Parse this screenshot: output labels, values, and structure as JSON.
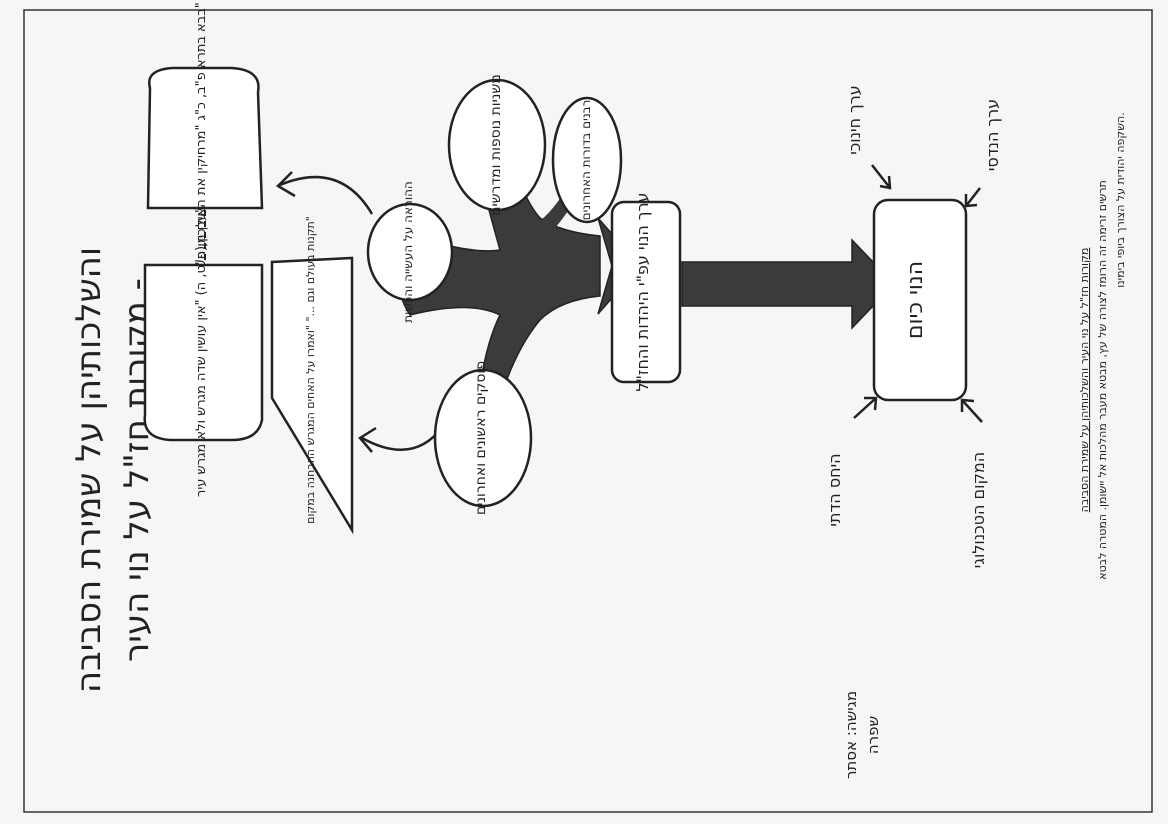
{
  "title": {
    "line1": "מקורות חז\"ל על נוי העיר -",
    "line2": "והשלכותיהן על שמירת הסביבה"
  },
  "trunk_box": "ערך הנוי עפ\"י היהדות והחז\"ל",
  "target_box": "הנוי כיום",
  "branches": {
    "leaf1": "משניות נוספות ומדרשים",
    "leaf2": "רבנים בדורות האחרונים",
    "leaf3": "ההוראה על העשייה והכשות",
    "leaf4": "פוסקים ראשונים ואחרונים"
  },
  "sources": {
    "top": "בבא בתרא פ\"ב, כ\"ג \"מרחיקין את האילן מן העיר\"",
    "middle": "ערכין (פ\"ט, ה) \"אין עושין שדה מגרש ולא מגרש עיר\"",
    "bottom": "תקנות בעולם וגם ...\" \"ואמרו על האחים המגרש ההבחנה במקום\""
  },
  "arrow_labels": {
    "top_left": "ערך חינוכי",
    "top_right": "ערך הנדסי",
    "bottom_left": "היחס הדתי",
    "bottom_right": "המקום הטכנולוגי"
  },
  "caption": {
    "line1": "מקורות חז\"ל על נוי העיר והשלכותיהן על שמירת הסביבה",
    "line2": "תרשים זרימה זה הרומז לצורה של עץ, מבטא מעבר מהלכות אל יישומן. המטרה לבטא",
    "line3": "השקפה יהודית על הצורך ביופי בימינו."
  },
  "author": {
    "line1": "מגישה: אסתר",
    "line2": "שפרה"
  }
}
